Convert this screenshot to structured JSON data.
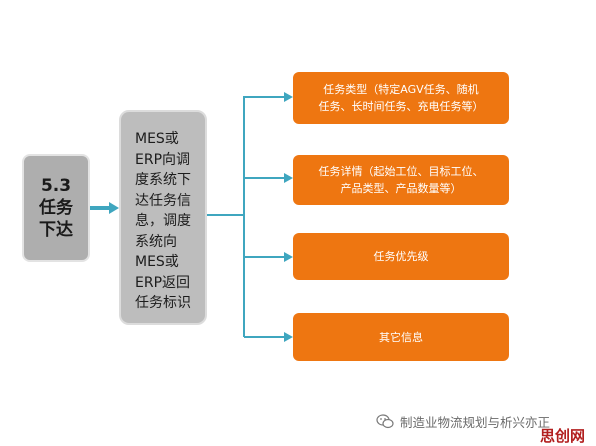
{
  "root": {
    "label": "5.3\n任务\n下达"
  },
  "middle": {
    "label": "MES或\nERP向调\n度系统下\n达任务信\n息，调度\n系统向\nMES或\nERP返回\n任务标识"
  },
  "leaves": [
    {
      "label": "任务类型（特定AGV任务、随机\n任务、长时间任务、充电任务等）"
    },
    {
      "label": "任务详情（起始工位、目标工位、\n产品类型、产品数量等）"
    },
    {
      "label": "任务优先级"
    },
    {
      "label": "其它信息"
    }
  ],
  "watermark": {
    "text": "制造业物流规划与析兴亦正"
  },
  "site_mark": {
    "text": "思创网"
  },
  "colors": {
    "arrow": "#3fa6bf",
    "leaf_fill": "#ee7611",
    "root_fill": "#aeaeae",
    "middle_fill": "#bdbdbd"
  },
  "icons": {
    "watermark_icon": "wechat-icon"
  }
}
